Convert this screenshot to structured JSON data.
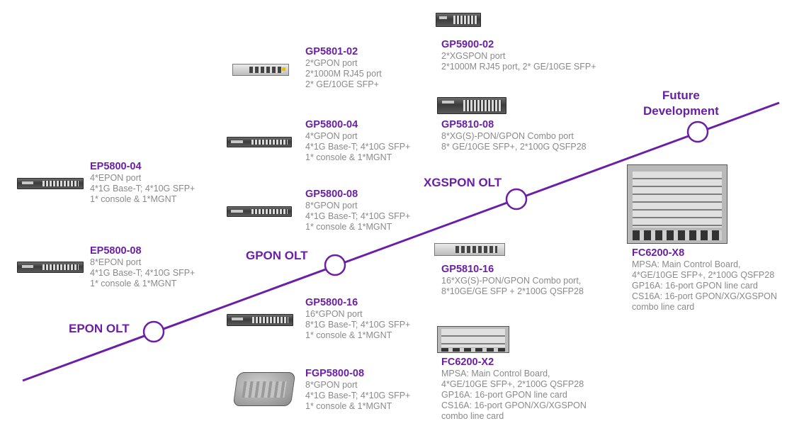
{
  "colors": {
    "accent": "#6a1fa6",
    "spec_text": "#8a8a8a",
    "background": "#ffffff"
  },
  "timeline": {
    "stages": [
      {
        "id": "epon",
        "label": "EPON OLT"
      },
      {
        "id": "gpon",
        "label": "GPON OLT"
      },
      {
        "id": "xgspon",
        "label": "XGSPON OLT"
      },
      {
        "id": "future",
        "label": "Future\nDevelopment"
      }
    ]
  },
  "products": {
    "ep5800_04": {
      "name": "EP5800-04",
      "specs": [
        "4*EPON port",
        "4*1G Base-T; 4*10G SFP+",
        "1* console & 1*MGNT"
      ]
    },
    "ep5800_08": {
      "name": "EP5800-08",
      "specs": [
        "8*EPON port",
        "4*1G Base-T; 4*10G SFP+",
        "1* console & 1*MGNT"
      ]
    },
    "gp5801_02": {
      "name": "GP5801-02",
      "specs": [
        "2*GPON port",
        "2*1000M RJ45 port",
        "2* GE/10GE SFP+"
      ]
    },
    "gp5800_04": {
      "name": "GP5800-04",
      "specs": [
        "4*GPON port",
        "4*1G Base-T; 4*10G SFP+",
        "1* console & 1*MGNT"
      ]
    },
    "gp5800_08": {
      "name": "GP5800-08",
      "specs": [
        "8*GPON port",
        "4*1G Base-T; 4*10G SFP+",
        "1* console & 1*MGNT"
      ]
    },
    "gp5800_16": {
      "name": "GP5800-16",
      "specs": [
        "16*GPON port",
        "8*1G Base-T; 4*10G SFP+",
        "1* console & 1*MGNT"
      ]
    },
    "fgp5800_08": {
      "name": "FGP5800-08",
      "specs": [
        "8*GPON port",
        "4*1G Base-T; 4*10G SFP+",
        "1* console & 1*MGNT"
      ]
    },
    "gp5900_02": {
      "name": "GP5900-02",
      "specs": [
        "2*XGSPON port",
        "2*1000M RJ45 port, 2* GE/10GE SFP+"
      ]
    },
    "gp5810_08": {
      "name": "GP5810-08",
      "specs": [
        "8*XG(S)-PON/GPON Combo port",
        "8* GE/10GE SFP+, 2*100G QSFP28"
      ]
    },
    "gp5810_16": {
      "name": "GP5810-16",
      "specs": [
        "16*XG(S)-PON/GPON Combo port,",
        "8*10GE/GE SFP + 2*100G QSFP28"
      ]
    },
    "fc6200_x2": {
      "name": "FC6200-X2",
      "specs": [
        "MPSA: Main Control Board,",
        "4*GE/10GE SFP+, 2*100G QSFP28",
        "GP16A: 16-port GPON line card",
        "CS16A: 16-port GPON/XG/XGSPON",
        "combo line card"
      ]
    },
    "fc6200_x8": {
      "name": "FC6200-X8",
      "specs": [
        "MPSA: Main Control Board,",
        "4*GE/10GE SFP+, 2*100G QSFP28",
        "GP16A: 16-port GPON line card",
        "CS16A: 16-port GPON/XG/XGSPON",
        "combo line card"
      ]
    }
  }
}
